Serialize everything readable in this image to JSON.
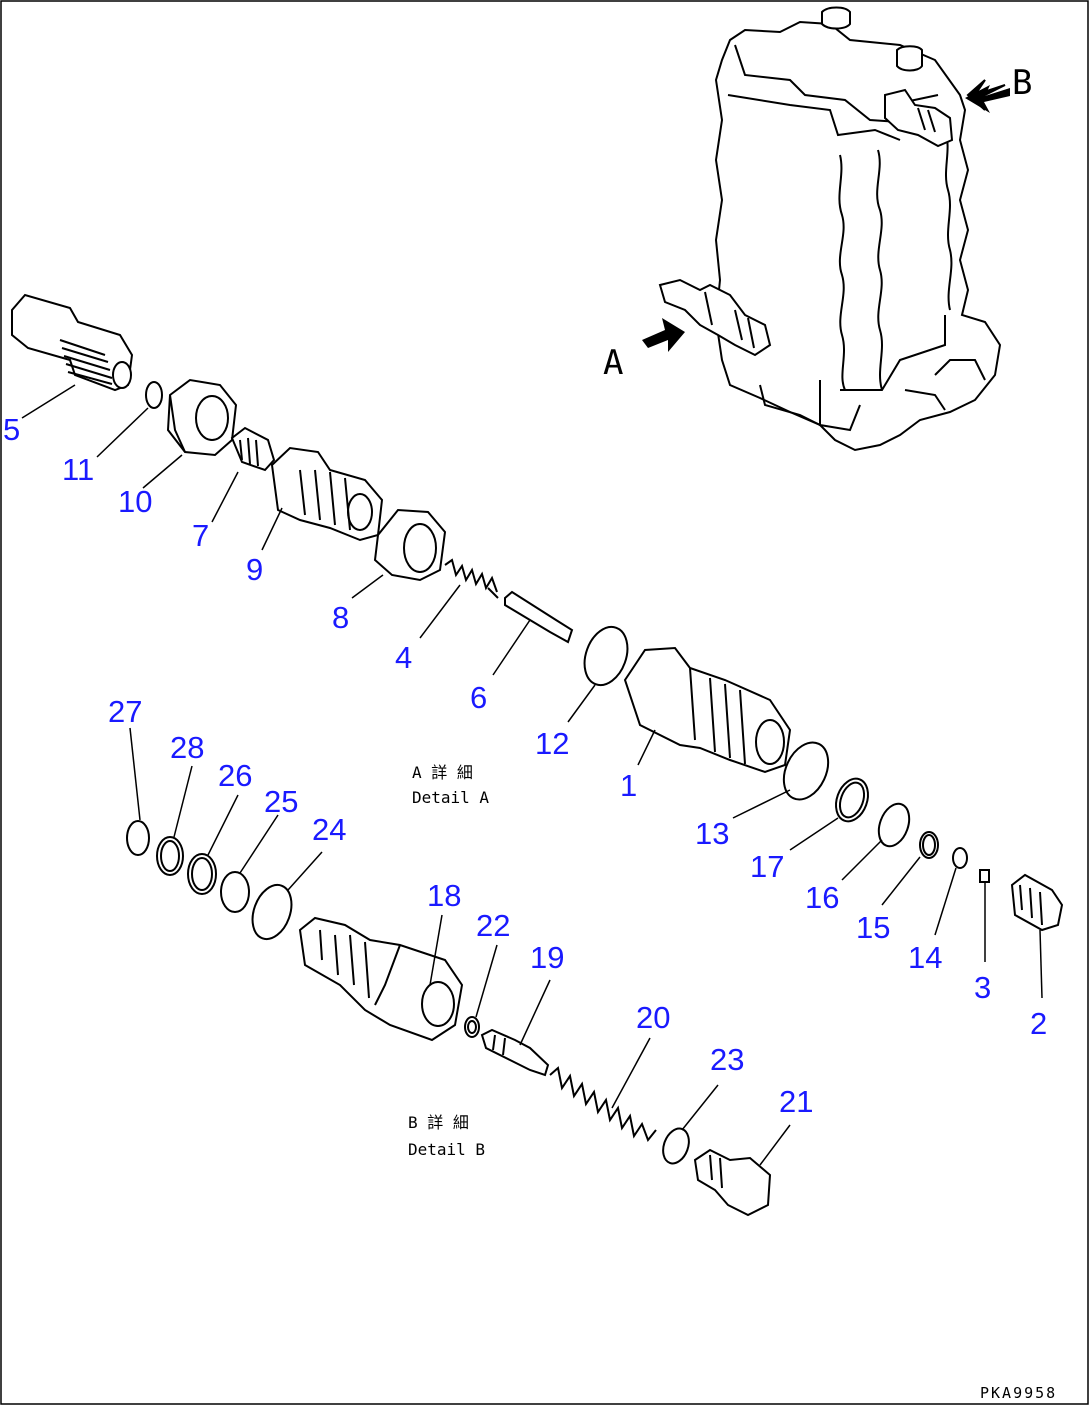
{
  "diagram": {
    "drawing_code": "PKA9958",
    "view_arrows": {
      "a": "A",
      "b": "B"
    },
    "detail_a": {
      "jp": "A 詳 細",
      "en": "Detail A"
    },
    "detail_b": {
      "jp": "B 詳 細",
      "en": "Detail B"
    },
    "callout_color": "#1a1aff",
    "parts": [
      {
        "id": "p5",
        "label": "5"
      },
      {
        "id": "p11",
        "label": "11"
      },
      {
        "id": "p10",
        "label": "10"
      },
      {
        "id": "p7",
        "label": "7"
      },
      {
        "id": "p9",
        "label": "9"
      },
      {
        "id": "p8",
        "label": "8"
      },
      {
        "id": "p4",
        "label": "4"
      },
      {
        "id": "p6",
        "label": "6"
      },
      {
        "id": "p12",
        "label": "12"
      },
      {
        "id": "p1",
        "label": "1"
      },
      {
        "id": "p13",
        "label": "13"
      },
      {
        "id": "p17",
        "label": "17"
      },
      {
        "id": "p16",
        "label": "16"
      },
      {
        "id": "p15",
        "label": "15"
      },
      {
        "id": "p14",
        "label": "14"
      },
      {
        "id": "p3",
        "label": "3"
      },
      {
        "id": "p2",
        "label": "2"
      },
      {
        "id": "p27",
        "label": "27"
      },
      {
        "id": "p28",
        "label": "28"
      },
      {
        "id": "p26",
        "label": "26"
      },
      {
        "id": "p25",
        "label": "25"
      },
      {
        "id": "p24",
        "label": "24"
      },
      {
        "id": "p18",
        "label": "18"
      },
      {
        "id": "p22",
        "label": "22"
      },
      {
        "id": "p19",
        "label": "19"
      },
      {
        "id": "p20",
        "label": "20"
      },
      {
        "id": "p23",
        "label": "23"
      },
      {
        "id": "p21",
        "label": "21"
      }
    ]
  }
}
